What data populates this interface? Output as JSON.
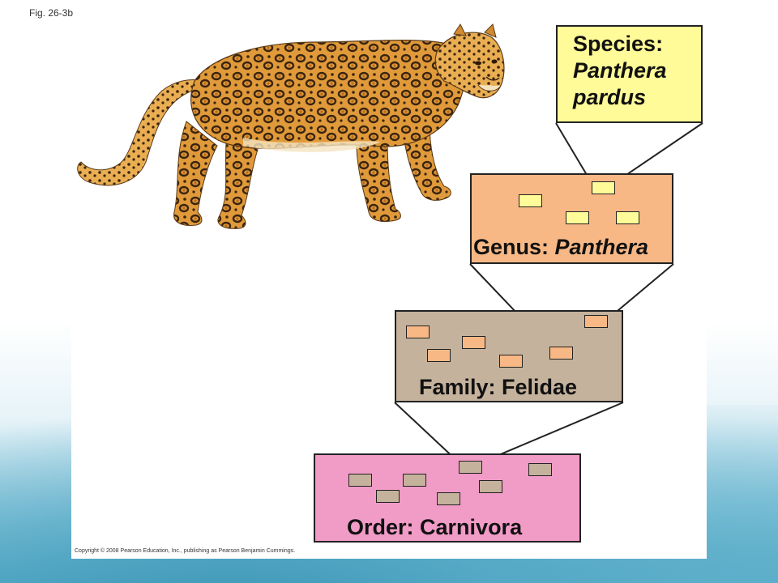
{
  "figure": {
    "fig_label": "Fig. 26-3b",
    "copyright": "Copyright © 2008 Pearson Education, Inc., publishing as Pearson Benjamin Cummings."
  },
  "taxonomy": {
    "species": {
      "line1": "Species:",
      "line2": "Panthera",
      "line3": "pardus"
    },
    "genus": {
      "prefix": "Genus: ",
      "name": "Panthera"
    },
    "family": {
      "prefix": "Family: ",
      "name": "Felidae"
    },
    "order": {
      "prefix": "Order: ",
      "name": "Carnivora"
    }
  },
  "colors": {
    "species": "#fffb98",
    "genus": "#f7b886",
    "family": "#c5b29c",
    "order": "#f19bc7"
  }
}
